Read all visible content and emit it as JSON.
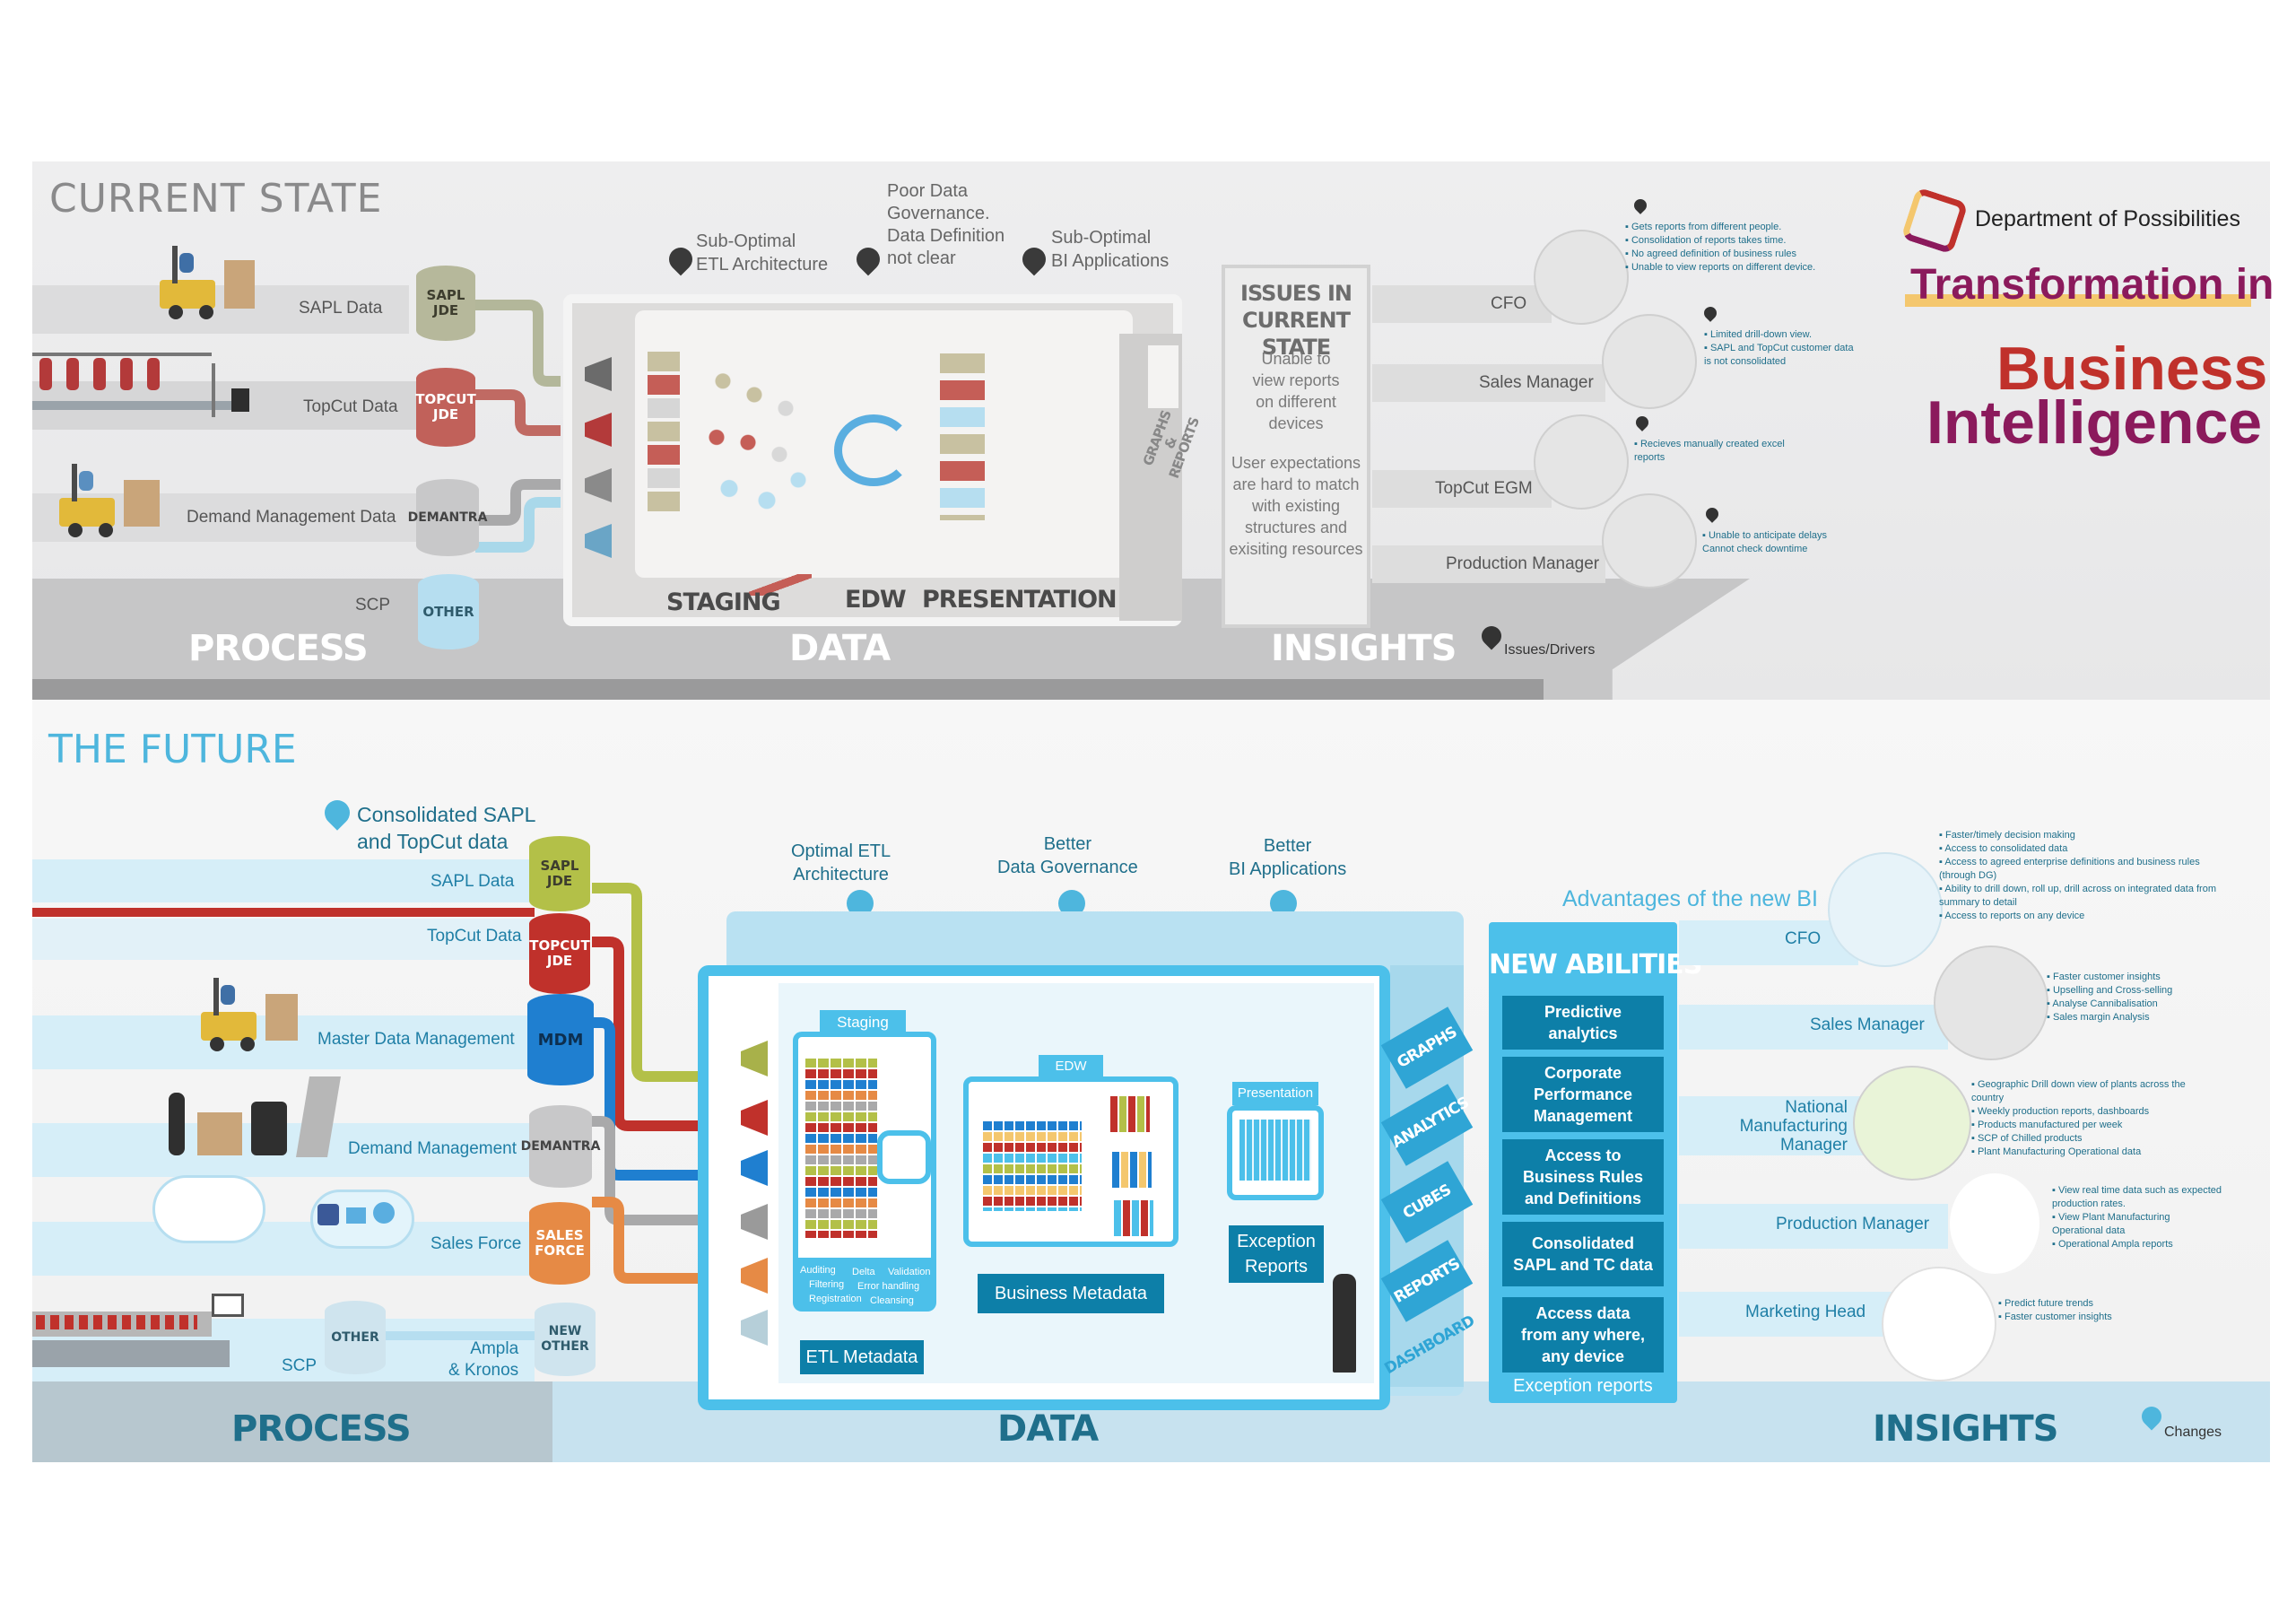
{
  "header": {
    "dept": "Department of Possibilities",
    "title1": "Transformation in",
    "title2": "Business",
    "title3": "Intelligence"
  },
  "current": {
    "title": "CURRENT STATE",
    "pins": {
      "etl": "Sub-Optimal\nETL Architecture",
      "gov": "Poor Data\nGovernance.\nData Definition\nnot clear",
      "bi": "Sub-Optimal\nBI Applications"
    },
    "sources": [
      "SAPL Data",
      "TopCut Data",
      "Demand Management Data",
      "SCP"
    ],
    "dbs": [
      "SAPL JDE",
      "TOPCUT\nJDE",
      "DEMANTRA",
      "OTHER"
    ],
    "box": {
      "staging": "STAGING",
      "edw": "EDW",
      "presentation": "PRESENTATION",
      "side": "GRAPHS\n&\nREPORTS"
    },
    "issues": {
      "title": "ISSUES IN\nCURRENT STATE",
      "p1": "Unable to\nview reports\non different\ndevices",
      "p2": "User expectations\nare hard to match\nwith existing\nstructures and\nexisiting resources"
    },
    "roles": [
      "CFO",
      "Sales Manager",
      "TopCut EGM",
      "Production Manager"
    ],
    "notes": [
      [
        "Gets reports from different people.",
        "Consolidation of reports takes time.",
        "No agreed definition of business rules",
        "Unable to view reports on different device."
      ],
      [
        "Limited drill-down view.",
        "SAPL and TopCut customer data is not consolidated"
      ],
      [
        "Recieves manually created excel reports"
      ],
      [
        "Unable to anticipate delays Cannot check downtime"
      ]
    ],
    "legend": "Issues/Drivers",
    "labels": {
      "process": "PROCESS",
      "data": "DATA",
      "insights": "INSIGHTS"
    }
  },
  "future": {
    "title": "THE FUTURE",
    "consolidated": "Consolidated SAPL\nand TopCut data",
    "sources": [
      "SAPL Data",
      "TopCut Data",
      "Master Data Management",
      "Demand Management",
      "Sales Force",
      "SCP",
      "Ampla\n& Kronos"
    ],
    "dbs": [
      "SAPL JDE",
      "TOPCUT\nJDE",
      "MDM",
      "DEMANTRA",
      "SALES\nFORCE",
      "NEW\nOTHER",
      "OTHER"
    ],
    "pins": {
      "etl": "Optimal ETL\nArchitecture",
      "gov": "Better\nData Governance",
      "bi": "Better\nBI  Applications"
    },
    "box": {
      "staging": "Staging",
      "edw": "EDW",
      "presentation": "Presentation",
      "etl_meta": "ETL Metadata",
      "biz_meta": "Business Metadata",
      "exception": "Exception\nReports",
      "staging_tasks": [
        "Auditing",
        "Delta",
        "Validation",
        "Filtering",
        "Error handling",
        "Registration",
        "Cleansing"
      ]
    },
    "side_tabs": [
      "GRAPHS",
      "ANALYTICS",
      "CUBES",
      "REPORTS",
      "DASHBOARD"
    ],
    "abilities": {
      "title": "NEW ABILITIES",
      "items": [
        "Predictive\nanalytics",
        "Corporate\nPerformance\nManagement",
        "Access to\nBusiness Rules\nand Definitions",
        "Consolidated\nSAPL and TC data",
        "Access data\nfrom any where,\nany device"
      ],
      "footer": "Exception reports"
    },
    "advantages": "Advantages of the new BI",
    "roles": [
      "CFO",
      "Sales Manager",
      "National\nManufacturing\nManager",
      "Production Manager",
      "Marketing Head"
    ],
    "notes": [
      [
        "Faster/timely decision making",
        "Access to consolidated data",
        "Access to agreed enterprise definitions and business rules (through DG)",
        "Ability to drill down, roll up, drill across on integrated data from summary to detail",
        "Access to reports on any device"
      ],
      [
        "Faster customer insights",
        "Upselling and Cross-selling",
        "Analyse Cannibalisation",
        "Sales margin Analysis"
      ],
      [
        "Geographic Drill down view of plants across the country",
        "Weekly production reports, dashboards",
        "Products manufactured per week",
        "SCP of Chilled products",
        "Plant Manufacturing Operational data"
      ],
      [
        "View real time data such as expected production rates.",
        "View Plant Manufacturing Operational data",
        "Operational Ampla reports"
      ],
      [
        "Predict  future trends",
        "Faster customer insights"
      ]
    ],
    "legend": "Changes",
    "labels": {
      "process": "PROCESS",
      "data": "DATA",
      "insights": "INSIGHTS"
    }
  },
  "colors": {
    "accent_blue": "#0d7fa8",
    "light_blue": "#5bc3e6",
    "gray_band": "#d9d9d9",
    "title_red": "#c0312b",
    "title_purple": "#8b1a5c",
    "highlight_yellow": "#f4c76e"
  }
}
